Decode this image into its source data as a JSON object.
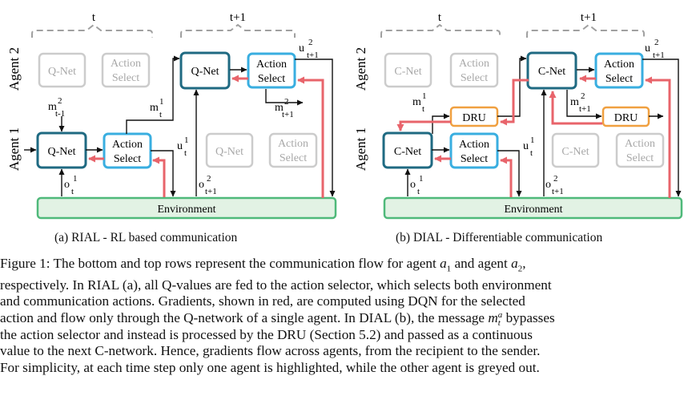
{
  "panels": [
    {
      "caption": "(a) RIAL - RL based communication",
      "time_labels": [
        "t",
        "t+1"
      ],
      "agent_labels": [
        "Agent 2",
        "Agent 1"
      ],
      "boxes": {
        "agent2_net_t": "Q-Net",
        "agent2_select_t": [
          "Action",
          "Select"
        ],
        "agent2_net_t1": "Q-Net",
        "agent2_select_t1": [
          "Action",
          "Select"
        ],
        "agent1_net_t": "Q-Net",
        "agent1_select_t": [
          "Action",
          "Select"
        ],
        "agent1_net_t1": "Q-Net",
        "agent1_select_t1": [
          "Action",
          "Select"
        ],
        "environment": "Environment"
      },
      "signals": {
        "m_t_minus_1": {
          "base": "m",
          "sup": "2",
          "sub": "t-1"
        },
        "m_t": {
          "base": "m",
          "sup": "1",
          "sub": "t"
        },
        "m_t_plus_1": {
          "base": "m",
          "sup": "2",
          "sub": "t+1"
        },
        "u_t": {
          "base": "u",
          "sup": "1",
          "sub": "t"
        },
        "u_t_plus_1": {
          "base": "u",
          "sup": "2",
          "sub": "t+1"
        },
        "o_t": {
          "base": "o",
          "sup": "1",
          "sub": "t"
        },
        "o_t_plus_1": {
          "base": "o",
          "sup": "2",
          "sub": "t+1"
        }
      }
    },
    {
      "caption": "(b) DIAL - Differentiable communication",
      "time_labels": [
        "t",
        "t+1"
      ],
      "agent_labels": [
        "Agent 2",
        "Agent 1"
      ],
      "boxes": {
        "agent2_net_t": "C-Net",
        "agent2_select_t": [
          "Action",
          "Select"
        ],
        "agent2_net_t1": "C-Net",
        "agent2_select_t1": [
          "Action",
          "Select"
        ],
        "agent1_net_t": "C-Net",
        "agent1_select_t": [
          "Action",
          "Select"
        ],
        "agent1_net_t1": "C-Net",
        "agent1_select_t1": [
          "Action",
          "Select"
        ],
        "dru": "DRU",
        "environment": "Environment"
      },
      "signals": {
        "m_t": {
          "base": "m",
          "sup": "1",
          "sub": "t"
        },
        "m_t_plus_1": {
          "base": "m",
          "sup": "2",
          "sub": "t+1"
        },
        "u_t": {
          "base": "u",
          "sup": "1",
          "sub": "t"
        },
        "u_t_plus_1": {
          "base": "u",
          "sup": "2",
          "sub": "t+1"
        },
        "o_t": {
          "base": "o",
          "sup": "1",
          "sub": "t"
        },
        "o_t_plus_1": {
          "base": "o",
          "sup": "2",
          "sub": "t+1"
        }
      }
    }
  ],
  "figure_caption": {
    "lines": [
      [
        "Figure 1: The bottom and top rows represent the communication flow for agent ",
        {
          "m": "a"
        },
        {
          "sub": "1"
        },
        " and agent ",
        {
          "m": "a"
        },
        {
          "sub": "2"
        },
        ","
      ],
      [
        "respectively. In RIAL (a), all Q-values are fed to the action selector, which selects both environment"
      ],
      [
        "and communication actions.  Gradients, shown in red, are computed using DQN for the selected"
      ],
      [
        "action and flow only through the Q-network of a single agent. In DIAL (b), the message ",
        {
          "m": "m"
        },
        {
          "supsub": [
            "a",
            "t"
          ]
        },
        " bypasses"
      ],
      [
        "the action selector and instead is processed by the DRU (Section 5.2) and passed as a continuous"
      ],
      [
        "value to the next C-network. Hence, gradients flow across agents, from the recipient to the sender."
      ],
      [
        "For simplicity, at each time step only one agent is highlighted, while the other agent is greyed out."
      ]
    ]
  },
  "colors": {
    "active_net_border": "#1f6a82",
    "active_select_border": "#39aee0",
    "greyed_border": "#cccccc",
    "greyed_text": "#a8a8a8",
    "environment_border": "#4fb97a",
    "environment_fill": "#e2f2e4",
    "gradient_arrow": "#e8646b",
    "dru_border": "#f0a040",
    "flow_arrow": "#111111",
    "bracket": "#a0a0a0"
  }
}
